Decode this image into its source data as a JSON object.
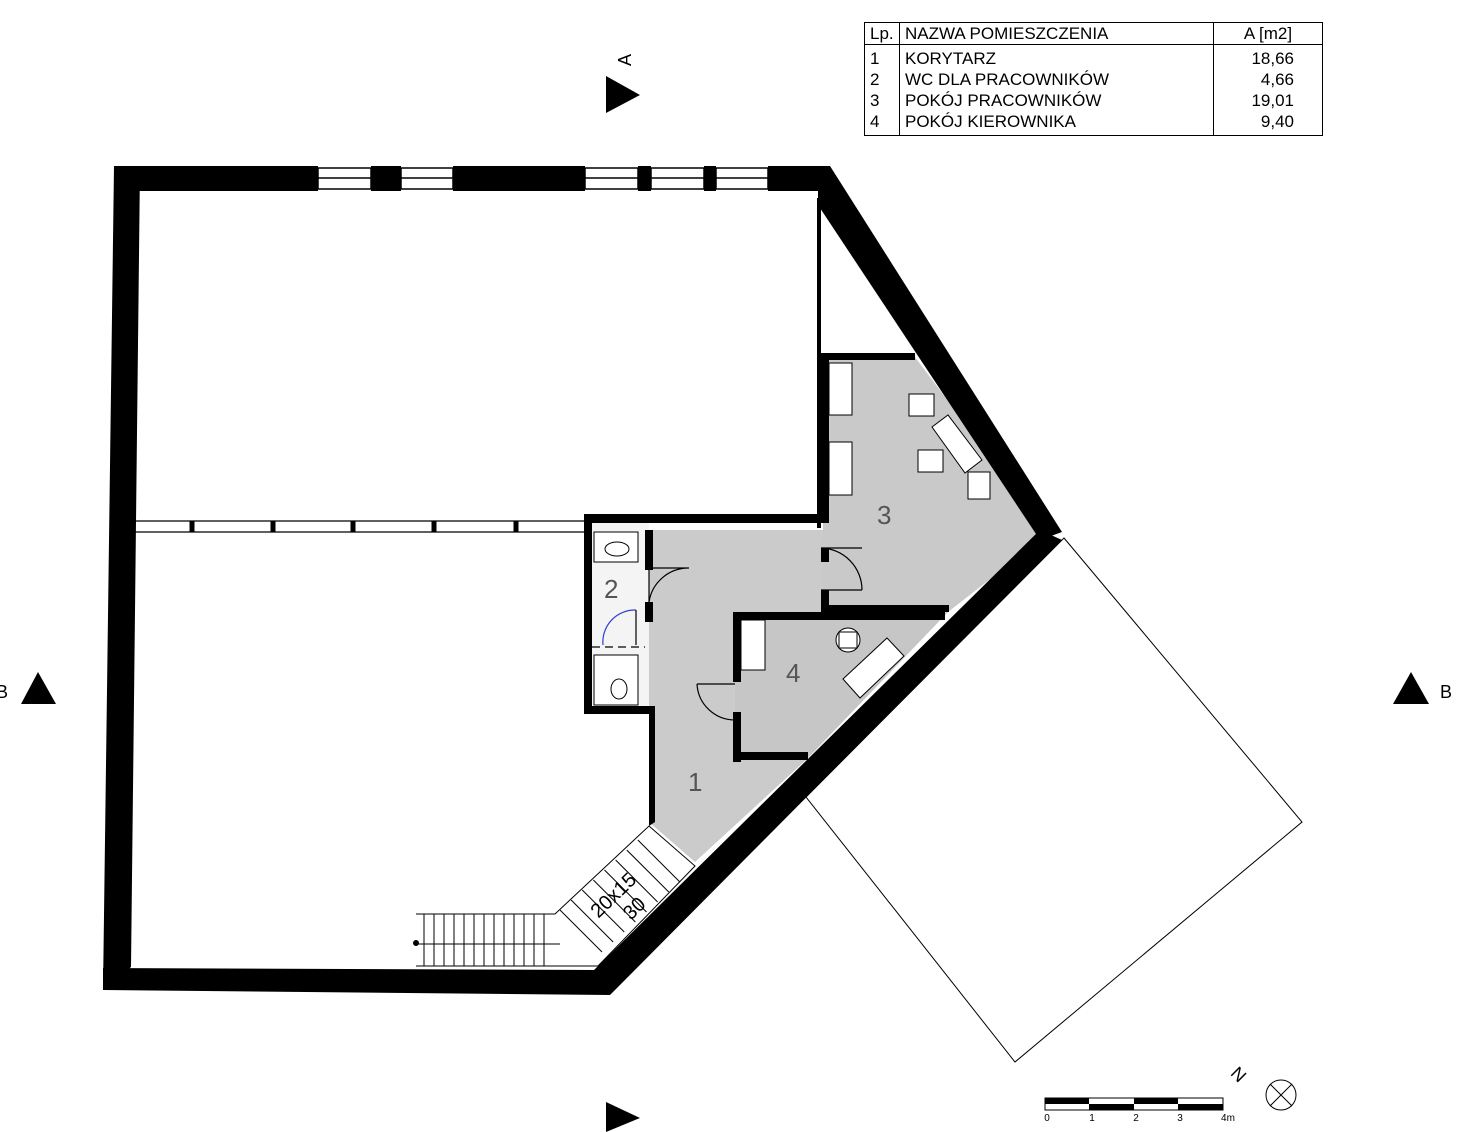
{
  "room_table": {
    "headers": {
      "no": "Lp.",
      "name": "NAZWA POMIESZCZENIA",
      "area": "A [m2]"
    },
    "rows": [
      {
        "no": "1",
        "name": "KORYTARZ",
        "area": "18,66"
      },
      {
        "no": "2",
        "name": "WC DLA PRACOWNIKÓW",
        "area": "4,66"
      },
      {
        "no": "3",
        "name": "POKÓJ PRACOWNIKÓW",
        "area": "19,01"
      },
      {
        "no": "4",
        "name": "POKÓJ KIEROWNIKA",
        "area": "9,40"
      }
    ]
  },
  "room_labels": {
    "r1": "1",
    "r2": "2",
    "r3": "3",
    "r4": "4"
  },
  "stair": {
    "riser": "20x15",
    "count": "30"
  },
  "section_marks": {
    "a_top": "A",
    "b_left": "B",
    "b_right": "B"
  },
  "north": "N",
  "scale_bar": {
    "labels": [
      "0",
      "1",
      "2",
      "3",
      "4m"
    ]
  },
  "colors": {
    "wall": "#000000",
    "floor": "#c9c9c9",
    "line": "#000000",
    "door_wc": "#3040d0"
  }
}
